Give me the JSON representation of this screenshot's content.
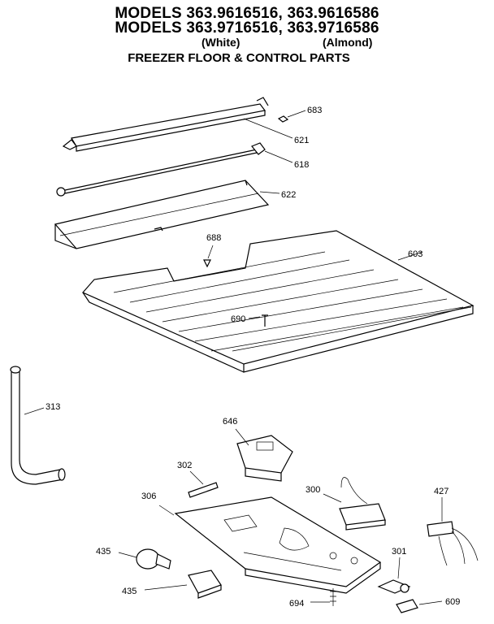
{
  "header": {
    "line1": "MODELS 363.9616516, 363.9616586",
    "line2": "MODELS 363.9716516, 363.9716586",
    "variant_white": "(White)",
    "variant_almond": "(Almond)",
    "title": "FREEZER FLOOR & CONTROL PARTS"
  },
  "parts": [
    {
      "key": "p683",
      "number": "683"
    },
    {
      "key": "p621",
      "number": "621"
    },
    {
      "key": "p618",
      "number": "618"
    },
    {
      "key": "p622",
      "number": "622"
    },
    {
      "key": "p688",
      "number": "688"
    },
    {
      "key": "p603",
      "number": "603"
    },
    {
      "key": "p690",
      "number": "690"
    },
    {
      "key": "p313",
      "number": "313"
    },
    {
      "key": "p646",
      "number": "646"
    },
    {
      "key": "p302",
      "number": "302"
    },
    {
      "key": "p300",
      "number": "300"
    },
    {
      "key": "p427",
      "number": "427"
    },
    {
      "key": "p306",
      "number": "306"
    },
    {
      "key": "p435a",
      "number": "435"
    },
    {
      "key": "p301",
      "number": "301"
    },
    {
      "key": "p435b",
      "number": "435"
    },
    {
      "key": "p694",
      "number": "694"
    },
    {
      "key": "p609",
      "number": "609"
    }
  ]
}
